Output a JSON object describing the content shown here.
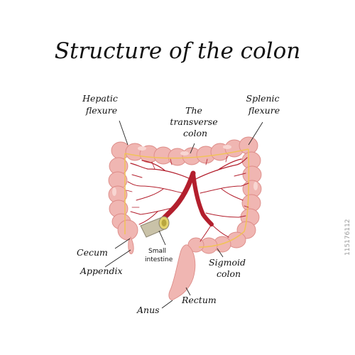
{
  "title": "Structure of the colon",
  "labels": {
    "hepatic_flexure": [
      "Hepatic",
      "flexure"
    ],
    "transverse_colon": [
      "The",
      "transverse",
      "colon"
    ],
    "splenic_flexure": [
      "Splenic",
      "flexure"
    ],
    "cecum": "Cecum",
    "small_intestine": [
      "Small",
      "intestine"
    ],
    "appendix": "Appendix",
    "anus": "Anus",
    "rectum": "Rectum",
    "sigmoid_colon": [
      "Sigmoid",
      "colon"
    ]
  },
  "stock_id": "115176112",
  "colors": {
    "colon": "#f0b6b2",
    "colon_outline": "#dd8c88",
    "taenia": "#f1c25a",
    "vessels": "#b31f2d",
    "small_intestine": "#c9c2a8"
  }
}
